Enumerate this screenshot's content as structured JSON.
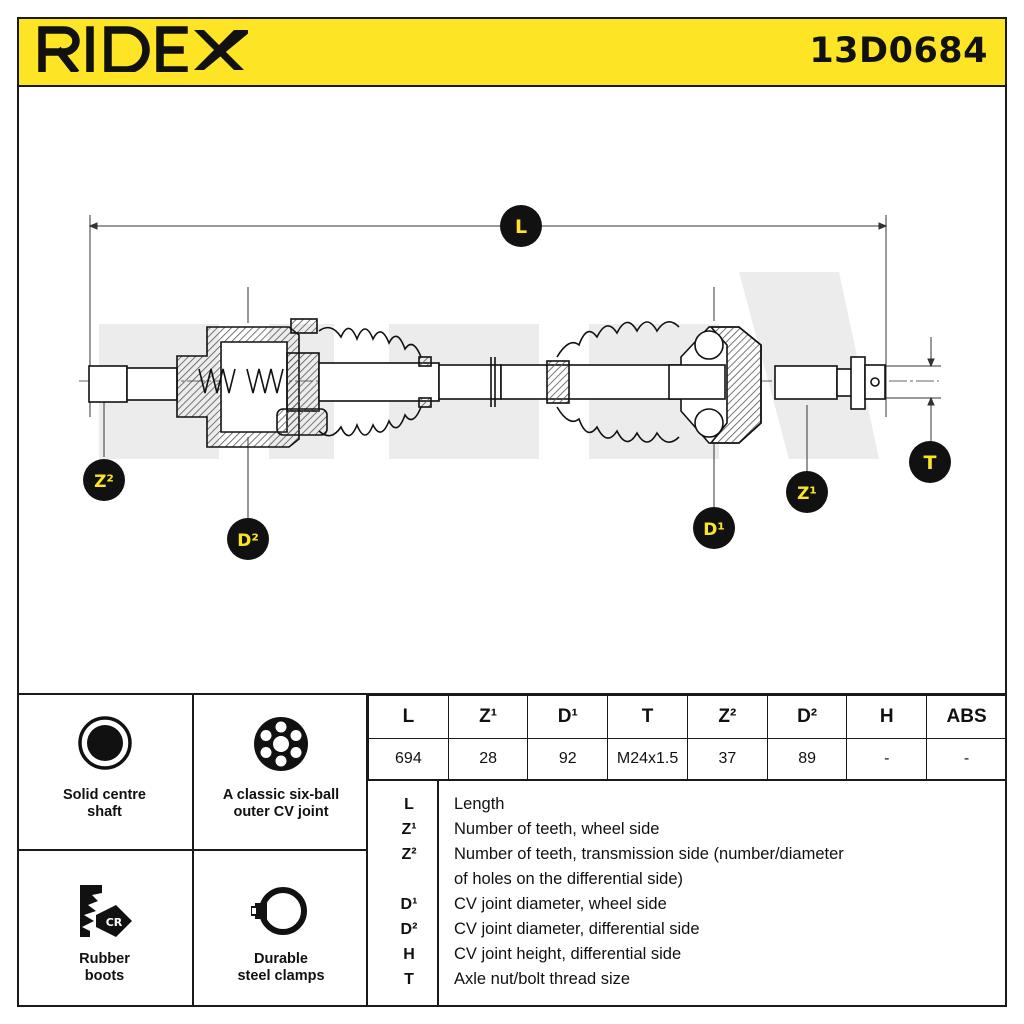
{
  "header": {
    "brand": "RIDEX",
    "part_number": "13D0684"
  },
  "drawing": {
    "watermark": "RIDEX",
    "labels": {
      "L": "L",
      "Z2": "Z²",
      "D2": "D²",
      "D1": "D¹",
      "Z1": "Z¹",
      "T": "T"
    }
  },
  "features": [
    {
      "icon": "solid-shaft-icon",
      "label_line1": "Solid centre",
      "label_line2": "shaft"
    },
    {
      "icon": "six-ball-joint-icon",
      "label_line1": "A classic six-ball",
      "label_line2": "outer CV joint"
    },
    {
      "icon": "rubber-boot-icon",
      "label_line1": "Rubber",
      "label_line2": "boots",
      "icon_text": "CR"
    },
    {
      "icon": "steel-clamp-icon",
      "label_line1": "Durable",
      "label_line2": "steel clamps"
    }
  ],
  "spec_table": {
    "headers": [
      "L",
      "Z¹",
      "D¹",
      "T",
      "Z²",
      "D²",
      "H",
      "ABS"
    ],
    "values": [
      "694",
      "28",
      "92",
      "M24x1.5",
      "37",
      "89",
      "-",
      "-"
    ]
  },
  "legend": [
    {
      "symbol": "L",
      "text": "Length"
    },
    {
      "symbol": "Z¹",
      "text": "Number of teeth, wheel side"
    },
    {
      "symbol": "Z²",
      "text": "Number of teeth, transmission side (number/diameter"
    },
    {
      "symbol": "",
      "text": "of holes on the differential side)"
    },
    {
      "symbol": "D¹",
      "text": "CV joint diameter, wheel side"
    },
    {
      "symbol": "D²",
      "text": "CV joint diameter, differential side"
    },
    {
      "symbol": "H",
      "text": "CV joint height, differential side"
    },
    {
      "symbol": "T",
      "text": "Axle nut/bolt thread size"
    }
  ],
  "colors": {
    "brand_yellow": "#fde526",
    "ink": "#1a1a1a",
    "hatch": "#555555",
    "watermark": "#ececec"
  }
}
